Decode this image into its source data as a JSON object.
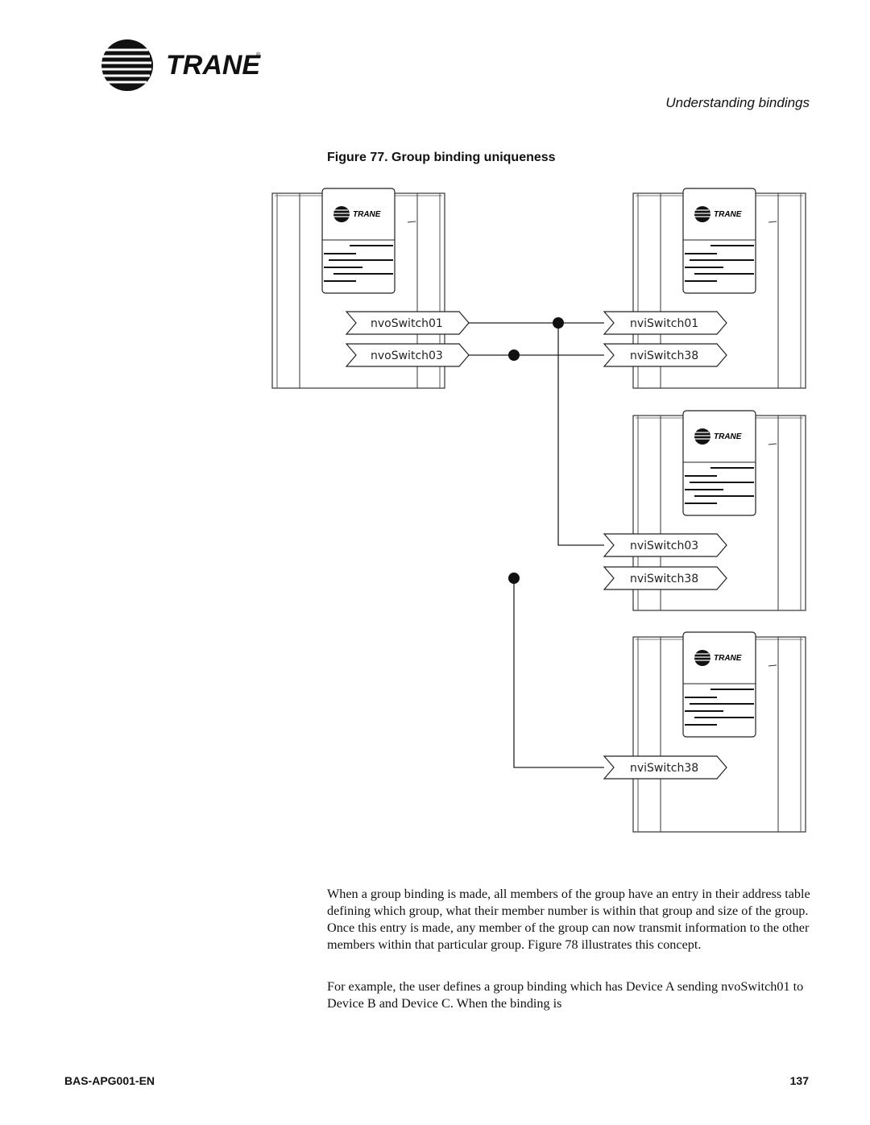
{
  "header": {
    "brand": "TRANE",
    "section_title": "Understanding bindings"
  },
  "figure": {
    "caption": "Figure 77. Group binding uniqueness",
    "device_brand": "TRANE",
    "device_a": {
      "outputs": [
        "nvoSwitch01",
        "nvoSwitch03"
      ]
    },
    "device_b": {
      "inputs": [
        "nviSwitch01",
        "nviSwitch38"
      ]
    },
    "device_c": {
      "inputs": [
        "nviSwitch03",
        "nviSwitch38"
      ]
    },
    "device_d": {
      "inputs": [
        "nviSwitch38"
      ]
    }
  },
  "body": {
    "paragraph_1": "When a group binding is made, all members of the group have an entry in their address table defining which group, what their member number is within that group and size of the group. Once this entry is made, any member of the group can now transmit information to the other members within that particular group. Figure 78 illustrates this concept.",
    "paragraph_2": "For example, the user defines a group binding which has Device A sending nvoSwitch01 to Device B and Device C. When the binding is"
  },
  "footer": {
    "doc_id": "BAS-APG001-EN",
    "page_number": "137"
  }
}
